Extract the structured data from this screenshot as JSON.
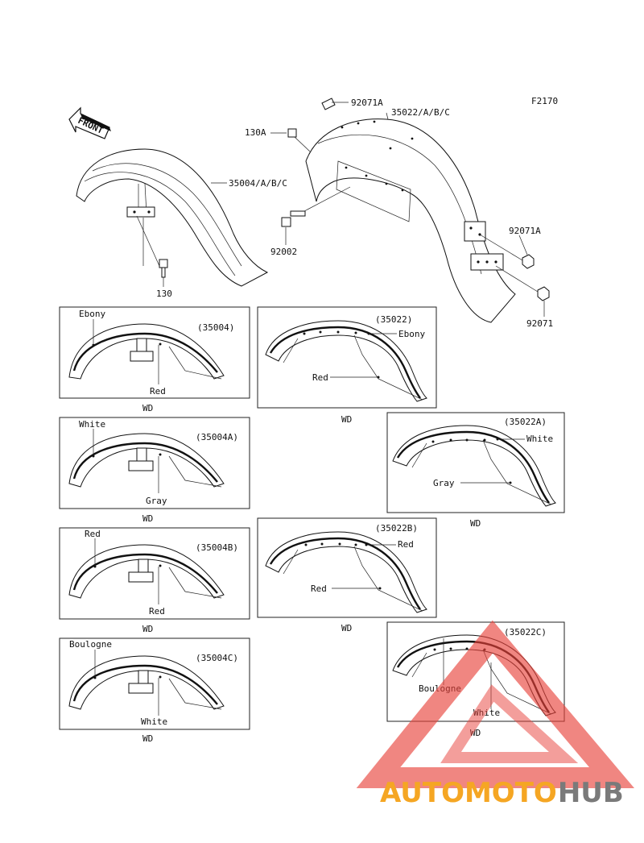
{
  "figure_code": "F2170",
  "front_arrow_label": "FRONT",
  "parts": {
    "front_fender": "35004/A/B/C",
    "rear_fender": "35022/A/B/C",
    "bolt_front": "130",
    "bolt_rear": "130A",
    "clip_top": "92071A",
    "nut_side": "92071A",
    "nut_lower": "92071",
    "bolt_mid": "92002"
  },
  "panels": [
    {
      "code": "(35004)",
      "top_label": "Ebony",
      "bottom_label": "Red",
      "caption": "WD"
    },
    {
      "code": "(35004A)",
      "top_label": "White",
      "bottom_label": "Gray",
      "caption": "WD"
    },
    {
      "code": "(35004B)",
      "top_label": "Red",
      "bottom_label": "Red",
      "caption": "WD"
    },
    {
      "code": "(35004C)",
      "top_label": "Boulogne",
      "bottom_label": "White",
      "caption": "WD"
    },
    {
      "code": "(35022)",
      "top_label": "Ebony",
      "bottom_label": "Red",
      "caption": "WD"
    },
    {
      "code": "(35022A)",
      "top_label": "White",
      "bottom_label": "Gray",
      "caption": "WD"
    },
    {
      "code": "(35022B)",
      "top_label": "Red",
      "bottom_label": "Red",
      "caption": "WD"
    },
    {
      "code": "(35022C)",
      "top_label": "Boulogne",
      "bottom_label": "White",
      "caption": "WD"
    }
  ],
  "watermark": {
    "part1": "AUTOMOTO",
    "part2": "HUB",
    "color_orange": "#f5a623",
    "color_red": "#e8413a",
    "color_gray": "#7a7a7a"
  }
}
